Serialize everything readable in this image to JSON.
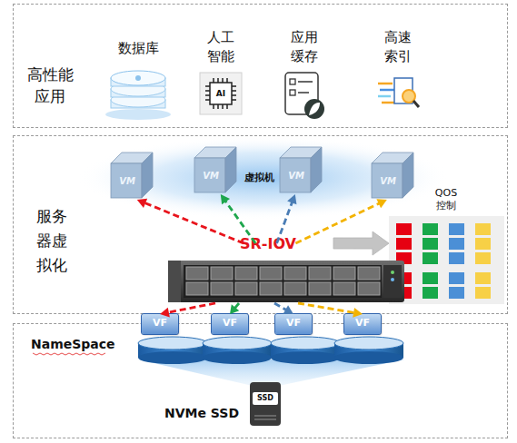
{
  "diagram": {
    "nodes": [
      {
        "text": [
          "高性能 应用"
        ]
      },
      {
        "text": [
          "数据库"
        ],
        "in": 0
      },
      {
        "text": [
          "人工 智能",
          "AI"
        ],
        "in": 0
      },
      {
        "text": [
          "应用 缓存"
        ],
        "in": 0
      },
      {
        "text": [
          "高速 索引"
        ],
        "in": 0
      },
      {
        "text": [
          "服务 器虚 拟化"
        ]
      },
      {
        "text": [
          "VM"
        ],
        "in": 5
      },
      {
        "text": [
          "VM"
        ],
        "in": 5
      },
      {
        "text": [
          "VM"
        ],
        "in": 5
      },
      {
        "text": [
          "VM"
        ],
        "in": 5
      },
      {
        "text": [
          "SR-IOV"
        ],
        "in": 5
      },
      {
        "text": [
          "QOS 控制"
        ],
        "in": 5
      },
      {
        "text": [
          "NameSpace"
        ]
      },
      {
        "text": [
          "VF"
        ],
        "in": 12
      },
      {
        "text": [
          "VF"
        ],
        "in": 12
      },
      {
        "text": [
          "VF"
        ],
        "in": 12
      },
      {
        "text": [
          "VF"
        ],
        "in": 12
      },
      {
        "text": [
          "NVMe SSD",
          "SSD"
        ],
        "in": 12
      }
    ],
    "edges": [
      {
        "from": 10,
        "to": 6,
        "arrow": "to"
      },
      {
        "from": 10,
        "to": 7,
        "arrow": "to"
      },
      {
        "from": 10,
        "to": 8,
        "arrow": "to"
      },
      {
        "from": 10,
        "to": 9,
        "arrow": "to"
      },
      {
        "from": 10,
        "to": 13,
        "arrow": "to"
      },
      {
        "from": 10,
        "to": 14,
        "arrow": "to"
      },
      {
        "from": 10,
        "to": 15,
        "arrow": "to"
      },
      {
        "from": 10,
        "to": 16,
        "arrow": "to"
      },
      {
        "from": 10,
        "to": 11,
        "arrow": "to"
      }
    ],
    "labels": [
      "虚拟机"
    ]
  }
}
